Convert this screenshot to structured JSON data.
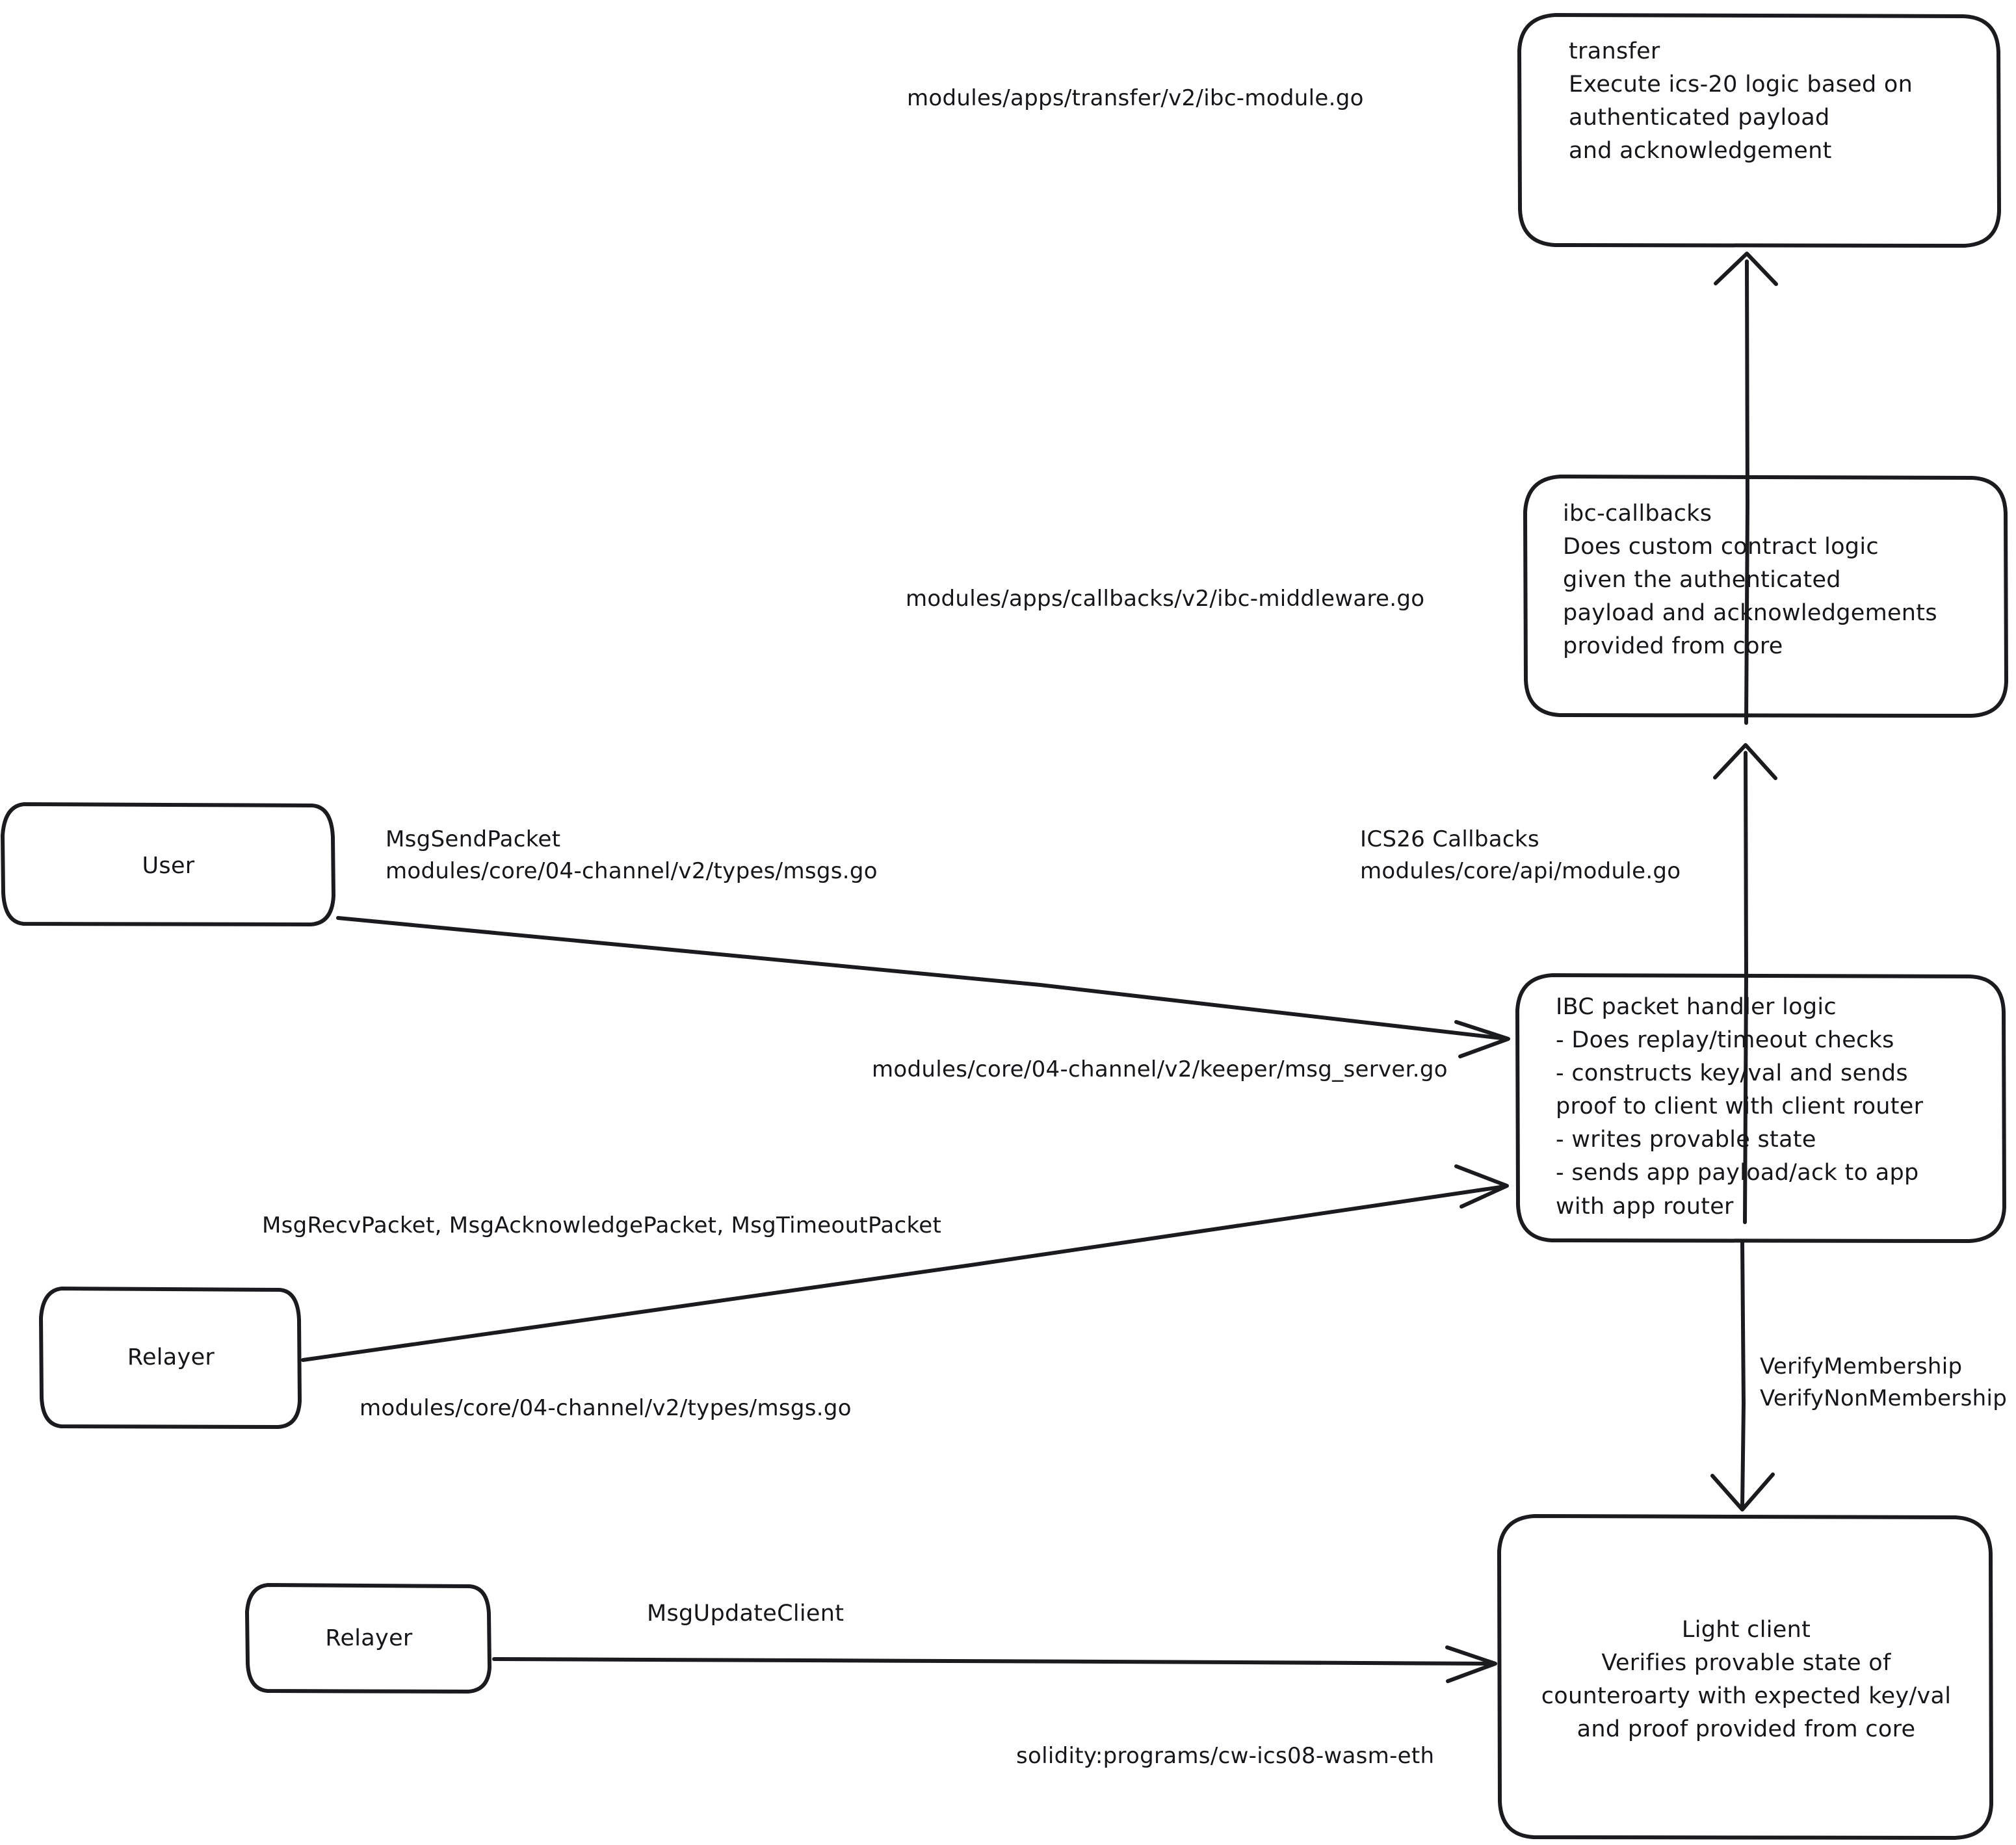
{
  "diagram": {
    "title": "IBC v2 packet flow",
    "style": {
      "stroke": "#1b1b1f",
      "fill": "#ffffff",
      "background": "#ffffff"
    },
    "nodes": {
      "transfer": {
        "label": "transfer\nExecute ics-20 logic based on\nauthenticated payload\nand acknowledgement"
      },
      "callbacks": {
        "label": "ibc-callbacks\nDoes custom contract logic\ngiven the authenticated\npayload and acknowledgements\nprovided from core"
      },
      "packet_handler": {
        "label": "IBC packet handler logic\n- Does replay/timeout checks\n- constructs key/val and sends\nproof to client with client router\n- writes provable state\n- sends app payload/ack to app\nwith app router"
      },
      "light_client": {
        "label": "Light client\nVerifies provable state of\ncounteroarty with expected key/val\nand proof provided from core"
      },
      "user": {
        "label": "User"
      },
      "relayer_packets": {
        "label": "Relayer"
      },
      "relayer_client": {
        "label": "Relayer"
      }
    },
    "labels": {
      "transfer_path": "modules/apps/transfer/v2/ibc-module.go",
      "callbacks_path": "modules/apps/callbacks/v2/ibc-middleware.go",
      "send_packet": "MsgSendPacket\nmodules/core/04-channel/v2/types/msgs.go",
      "ics26_callbacks": "ICS26 Callbacks\nmodules/core/api/module.go",
      "msg_server_path": "modules/core/04-channel/v2/keeper/msg_server.go",
      "relayer_msgs": "MsgRecvPacket, MsgAcknowledgePacket, MsgTimeoutPacket",
      "relayer_msgs_path": "modules/core/04-channel/v2/types/msgs.go",
      "verify_membership": "VerifyMembership\nVerifyNonMembership",
      "update_client": "MsgUpdateClient",
      "solidity_path": "solidity:programs/cw-ics08-wasm-eth"
    }
  }
}
